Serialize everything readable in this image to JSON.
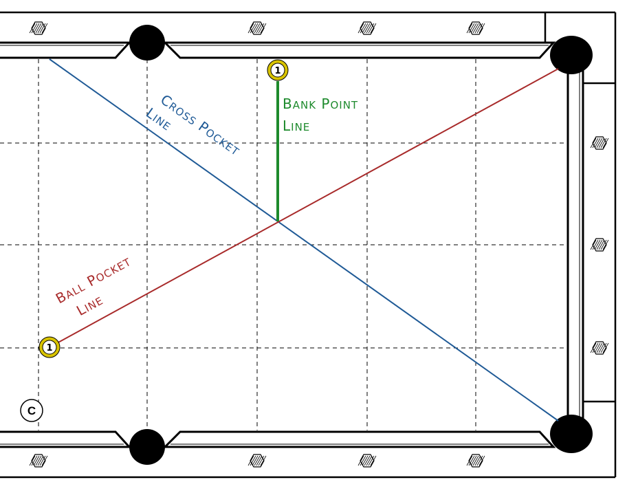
{
  "labels": {
    "cross_pocket": {
      "line1_big": "C",
      "line1_small": "ROSS",
      "line1_big2": "P",
      "line1_small2": "OCKET",
      "line2_big": "L",
      "line2_small": "INE"
    },
    "bank_point": {
      "line1_big": "B",
      "line1_small": "ANK",
      "line1_big2": "P",
      "line1_small2": "OINT",
      "line2_big": "L",
      "line2_small": "INE"
    },
    "ball_pocket": {
      "line1_big": "B",
      "line1_small": "ALL",
      "line1_big2": "P",
      "line1_small2": "OCKET",
      "line2_big": "L",
      "line2_small": "INE"
    }
  },
  "balls": {
    "object_ball_top": "1",
    "object_ball_left": "1",
    "cue_ball": "C"
  },
  "colors": {
    "cross_pocket_line": "#1f5a96",
    "ball_pocket_line": "#a82a2a",
    "bank_point_line": "#1d8a2c",
    "ball_ring": "#d8c300",
    "pocket": "#000000"
  }
}
